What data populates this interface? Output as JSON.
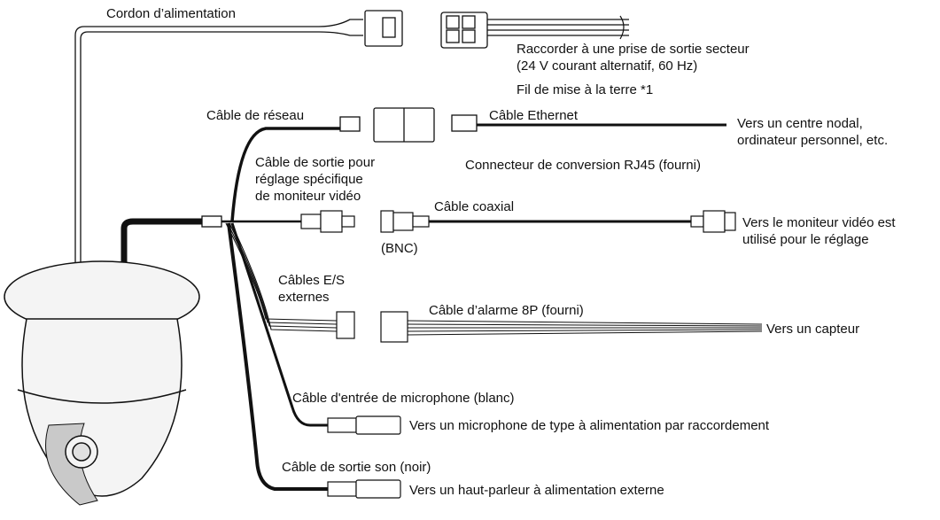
{
  "labels": {
    "power_cord": "Cordon d’alimentation",
    "outlet_line1": "Raccorder à une prise de sortie secteur",
    "outlet_line2": "(24 V courant alternatif, 60 Hz)",
    "ground_wire": "Fil de mise à la terre *1",
    "network_cable": "Câble de réseau",
    "ethernet_cable": "Câble Ethernet",
    "hub_line1": "Vers un centre nodal,",
    "hub_line2": "ordinateur personnel, etc.",
    "monitor_out_line1": "Câble de sortie pour",
    "monitor_out_line2": "réglage spécifique",
    "monitor_out_line3": "de moniteur vidéo",
    "rj45_connector": "Connecteur de conversion RJ45 (fourni)",
    "coaxial_cable": "Câble coaxial",
    "bnc": "(BNC)",
    "monitor_line1": "Vers le moniteur vidéo est",
    "monitor_line2": "utilisé pour le réglage",
    "io_line1": "Câbles E/S",
    "io_line2": "externes",
    "alarm_cable": "Câble d’alarme 8P (fourni)",
    "sensor": "Vers un capteur",
    "mic_input": "Câble d'entrée de microphone (blanc)",
    "mic_target": "Vers un microphone de type à alimentation par raccordement",
    "audio_out": "Câble de sortie son (noir)",
    "speaker_target": "Vers un haut-parleur à alimentation externe"
  },
  "icons": {
    "camera": "dome-camera-icon",
    "power_connector": "power-connector-icon",
    "rj45": "rj45-adapter-icon",
    "bnc": "bnc-connector-icon",
    "alarm": "8p-alarm-connector-icon",
    "audio_plug": "audio-plug-icon"
  },
  "colors": {
    "line": "#111111",
    "camera_body": "#f4f4f4",
    "lens_window": "#c9c9c9"
  }
}
